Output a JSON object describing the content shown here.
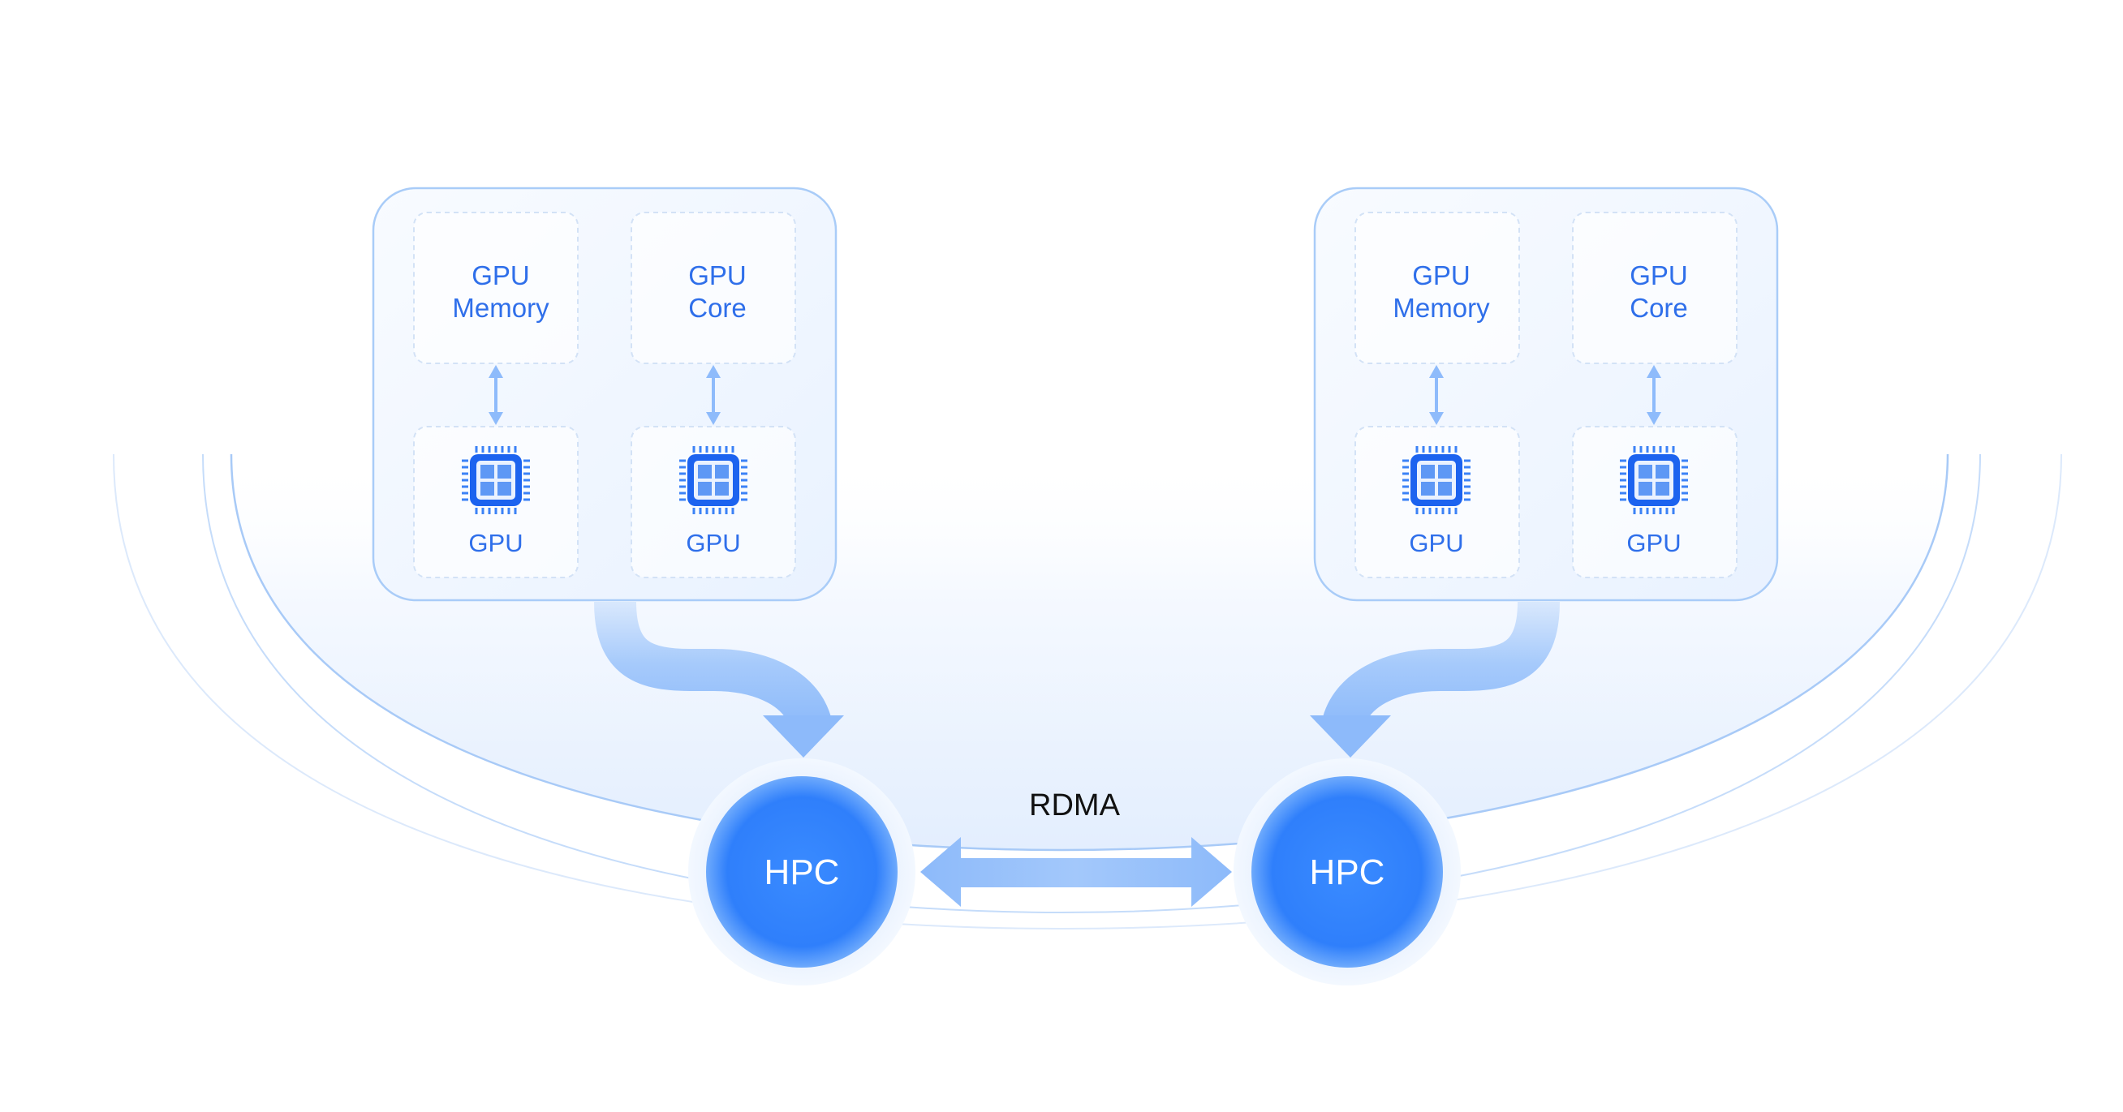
{
  "colors": {
    "accent": "#2F7CF6",
    "accent_dark": "#1C63EF",
    "accent_light": "#8EBBFB",
    "card_fill": "#F0F6FF",
    "card_border": "#A9CCF8",
    "ring": "#B9D6FA",
    "text_blue": "#2F6FEA",
    "text_dark": "#111111",
    "hpc_text": "#FFFFFF"
  },
  "nodes": [
    {
      "memory_label": [
        "GPU",
        "Memory"
      ],
      "core_label": [
        "GPU",
        "Core"
      ],
      "gpu_labels": [
        "GPU",
        "GPU"
      ],
      "hpc_label": "HPC"
    },
    {
      "memory_label": [
        "GPU",
        "Memory"
      ],
      "core_label": [
        "GPU",
        "Core"
      ],
      "gpu_labels": [
        "GPU",
        "GPU"
      ],
      "hpc_label": "HPC"
    }
  ],
  "link_label": "RDMA",
  "icons": {
    "chip": "gpu-chip-icon",
    "link": "double-arrow-icon",
    "flow": "curved-arrow-icon"
  }
}
